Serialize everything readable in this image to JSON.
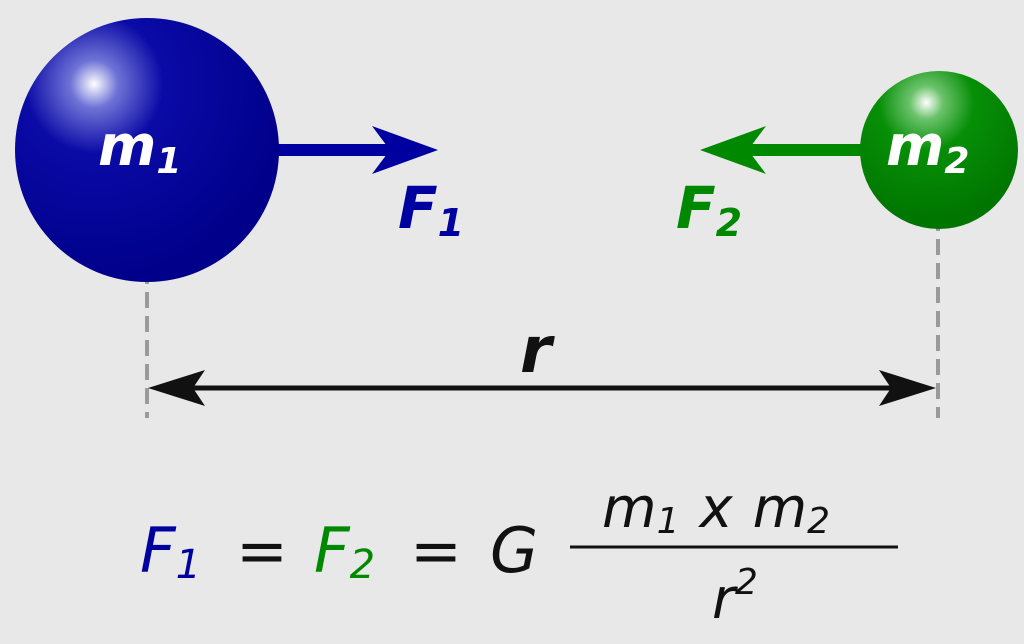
{
  "colors": {
    "background": "#e8e8e8",
    "mass1": "#0000a0",
    "mass2": "#008800",
    "text": "#111111",
    "guide": "#9a9a9a"
  },
  "mass1": {
    "base": "m",
    "sub": "1"
  },
  "mass2": {
    "base": "m",
    "sub": "2"
  },
  "force1": {
    "base": "F",
    "sub": "1"
  },
  "force2": {
    "base": "F",
    "sub": "2"
  },
  "distance": {
    "label": "r"
  },
  "formula": {
    "f1": {
      "base": "F",
      "sub": "1"
    },
    "equals": "=",
    "f2": {
      "base": "F",
      "sub": "2"
    },
    "g": "G",
    "numerator": {
      "m1": "m",
      "m1_sub": "1",
      "times": "x",
      "m2": "m",
      "m2_sub": "2"
    },
    "denominator": {
      "base": "r",
      "sup": "2"
    }
  }
}
